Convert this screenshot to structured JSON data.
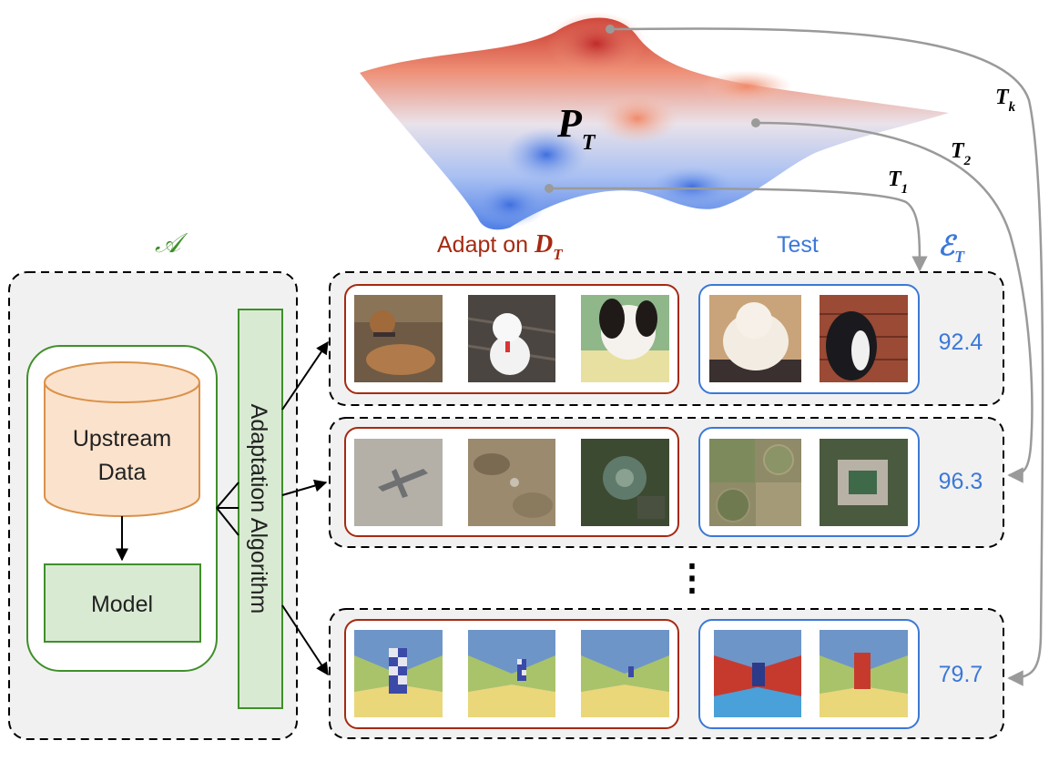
{
  "landscape": {
    "label_main": "P",
    "label_sub": "T",
    "tasks": [
      {
        "main": "T",
        "sub": "1"
      },
      {
        "main": "T",
        "sub": "2"
      },
      {
        "main": "T",
        "sub": "k"
      }
    ]
  },
  "left_panel": {
    "algorithm_symbol": "𝒜",
    "upstream_line1": "Upstream",
    "upstream_line2": "Data",
    "model_label": "Model",
    "adaptation_label": "Adaptation Algorithm"
  },
  "headers": {
    "adapt_prefix": "Adapt on ",
    "adapt_main": "D",
    "adapt_sub": "T",
    "test_label": "Test",
    "eval_main": "ℰ",
    "eval_sub": "T"
  },
  "rows": [
    {
      "score": "92.4",
      "adapt_images": [
        "dog-lying-on-couch",
        "white-fluffy-puppy",
        "black-white-puppy"
      ],
      "test_images": [
        "persian-cat",
        "dog-by-brick-wall"
      ]
    },
    {
      "score": "96.3",
      "adapt_images": [
        "aerial-airplane",
        "aerial-terrain",
        "aerial-domed-building"
      ],
      "test_images": [
        "aerial-farm-fields",
        "aerial-courtyard-building"
      ]
    },
    {
      "score": "79.7",
      "adapt_images": [
        "3d-maze-checker-object-near",
        "3d-maze-checker-object-mid",
        "3d-maze-checker-object-far"
      ],
      "test_images": [
        "3d-maze-red-walls-figure",
        "3d-maze-red-panel"
      ]
    }
  ],
  "ellipsis": "⋮",
  "colors": {
    "green": "#3f8f2a",
    "red": "#a52a12",
    "blue": "#3b78d8",
    "upstream_fill": "#fbe2cc",
    "upstream_stroke": "#d9914a",
    "model_fill": "#d9ead3",
    "panel_fill": "#f1f1f1"
  }
}
